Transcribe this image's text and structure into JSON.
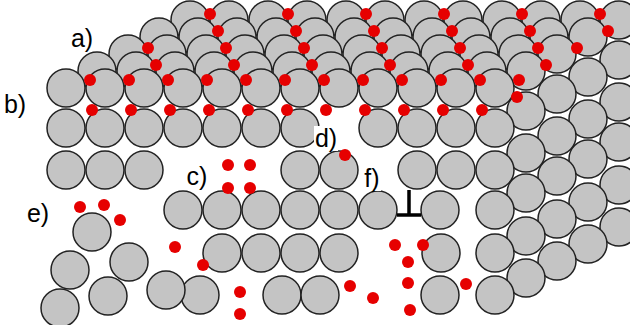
{
  "diagram": {
    "labels": [
      "a)",
      "b)",
      "c)",
      "d)",
      "e)",
      "f)"
    ]
  }
}
